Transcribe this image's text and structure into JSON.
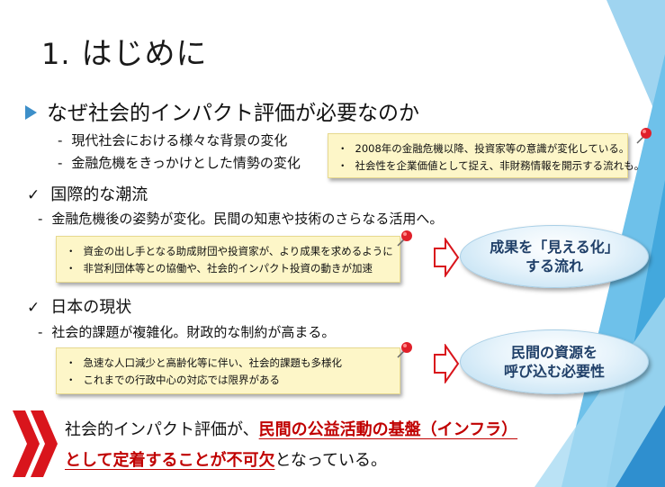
{
  "slide": {
    "title_number": "1.",
    "title": "はじめに",
    "question": "なぜ社会的インパクト評価が必要なのか",
    "background_items": [
      "現代社会における様々な背景の変化",
      "金融危機をきっかけとした情勢の変化"
    ],
    "note_1": [
      "2008年の金融危機以降、投資家等の意識が変化している。",
      "社会性を企業価値として捉え、非財務情報を開示する流れも。"
    ],
    "section_international": {
      "heading": "国際的な潮流",
      "detail": "金融危機後の姿勢が変化。民間の知恵や技術のさらなる活用へ。",
      "note": [
        "資金の出し手となる助成財団や投資家が、より成果を求めるように",
        "非営利団体等との協働や、社会的インパクト投資の動きが加速"
      ],
      "bubble_line1": "成果を「見える化」",
      "bubble_line2": "する流れ"
    },
    "section_japan": {
      "heading": "日本の現状",
      "detail": "社会的課題が複雑化。財政的な制約が高まる。",
      "note": [
        "急速な人口減少と高齢化等に伴い、社会的課題も多様化",
        "これまでの行政中心の対応では限界がある"
      ],
      "bubble_line1": "民間の資源を",
      "bubble_line2": "呼び込む必要性"
    },
    "conclusion": {
      "part1": "社会的インパクト評価が、",
      "part2_bold": "民間の公益活動の基盤（インフラ）",
      "part3_bold": "として定着することが不可欠",
      "part4": "となっている。"
    },
    "bullets": {
      "dash": "-",
      "dot": "・",
      "check": "✓"
    },
    "colors": {
      "accent_blue": "#3d8fc9",
      "chevron_red": "#d9151c",
      "note_bg": "#fdf6c8",
      "bubble_text": "#1f3f68",
      "emphasis_red": "#c00000"
    }
  }
}
